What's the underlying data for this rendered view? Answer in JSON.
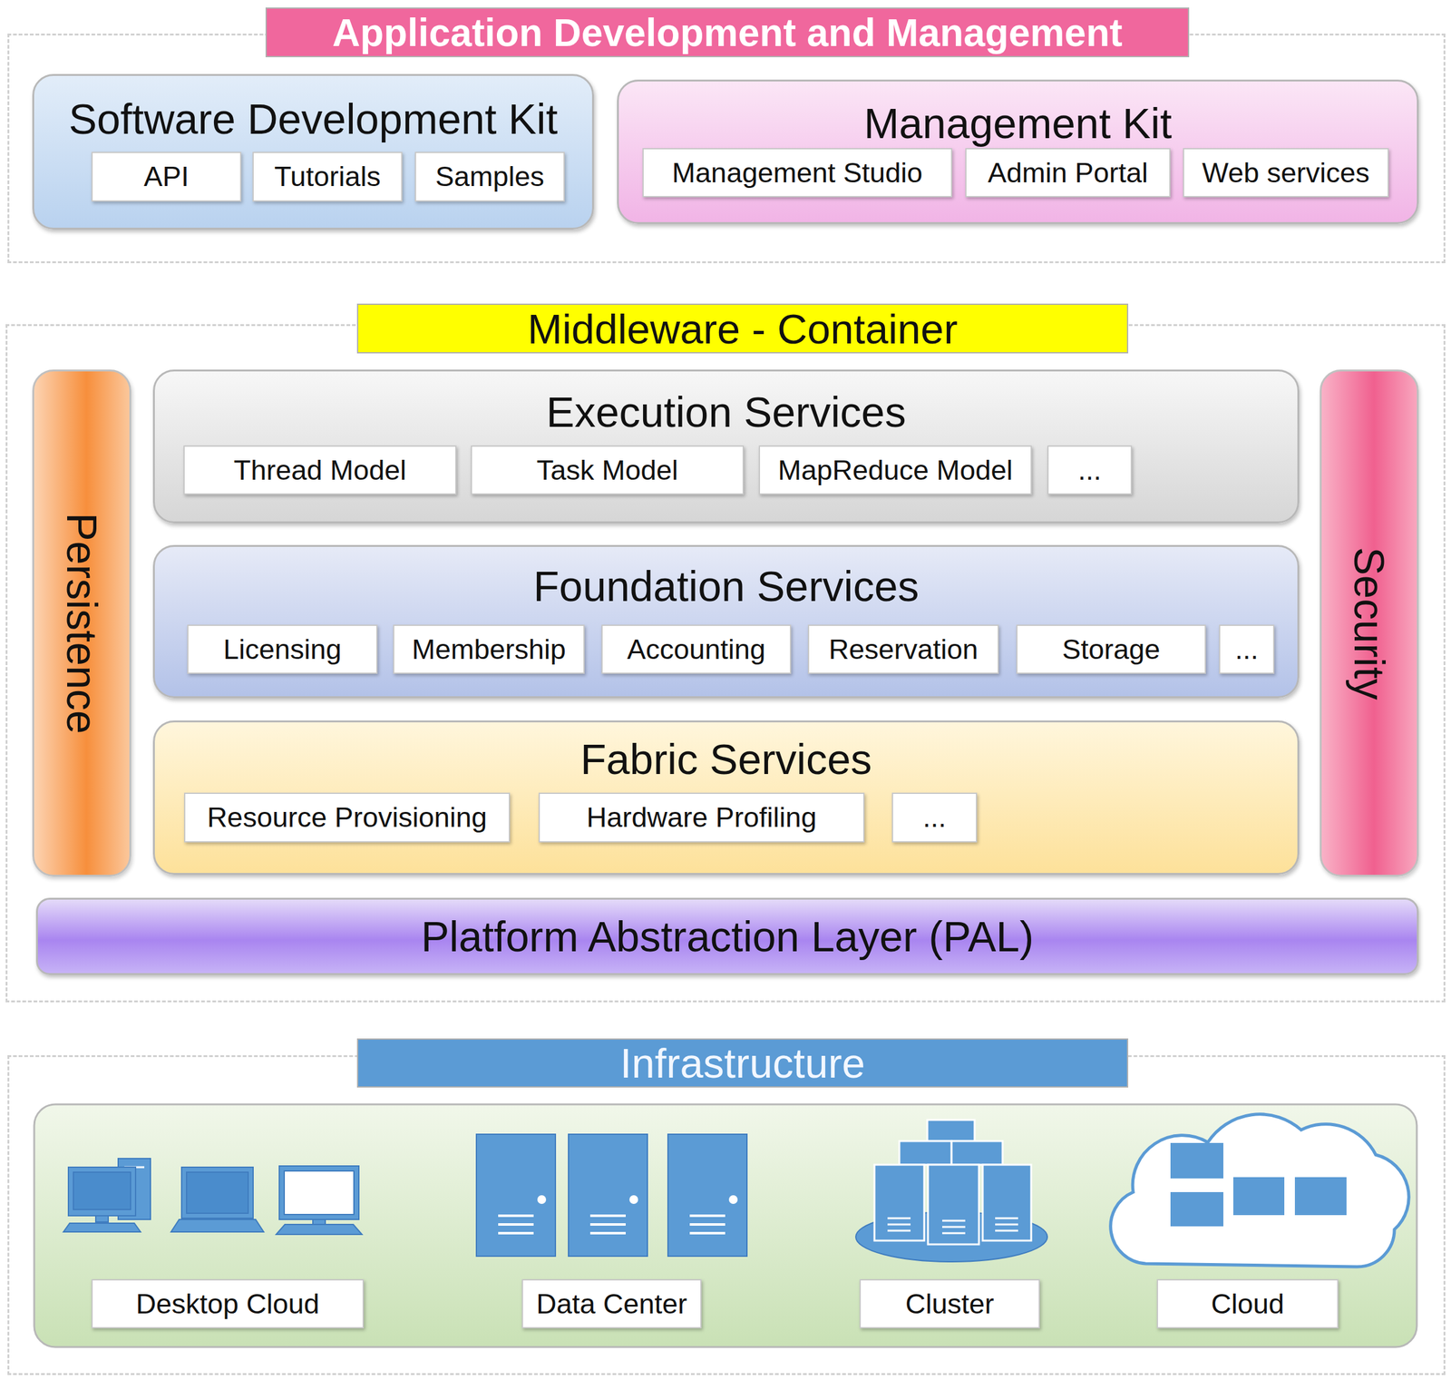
{
  "diagram": {
    "nodes": [
      {
        "text": [
          "Application Development and Management"
        ]
      },
      {
        "text": [
          "Software Development Kit"
        ],
        "in": 0
      },
      {
        "text": [
          "API"
        ],
        "in": 1
      },
      {
        "text": [
          "Tutorials"
        ],
        "in": 1
      },
      {
        "text": [
          "Samples"
        ],
        "in": 1
      },
      {
        "text": [
          "Management Kit"
        ],
        "in": 0
      },
      {
        "text": [
          "Management Studio"
        ],
        "in": 5
      },
      {
        "text": [
          "Admin Portal"
        ],
        "in": 5
      },
      {
        "text": [
          "Web services"
        ],
        "in": 5
      },
      {
        "text": [
          "Middleware - Container"
        ]
      },
      {
        "text": [
          "Persistence"
        ],
        "in": 9
      },
      {
        "text": [
          "Execution Services"
        ],
        "in": 9
      },
      {
        "text": [
          "Thread Model"
        ],
        "in": 11
      },
      {
        "text": [
          "Task Model"
        ],
        "in": 11
      },
      {
        "text": [
          "MapReduce Model"
        ],
        "in": 11
      },
      {
        "text": [
          "..."
        ],
        "in": 11
      },
      {
        "text": [
          "Foundation Services"
        ],
        "in": 9
      },
      {
        "text": [
          "Licensing"
        ],
        "in": 16
      },
      {
        "text": [
          "Membership"
        ],
        "in": 16
      },
      {
        "text": [
          "Accounting"
        ],
        "in": 16
      },
      {
        "text": [
          "Reservation"
        ],
        "in": 16
      },
      {
        "text": [
          "Storage"
        ],
        "in": 16
      },
      {
        "text": [
          "..."
        ],
        "in": 16
      },
      {
        "text": [
          "Fabric Services"
        ],
        "in": 9
      },
      {
        "text": [
          "Resource Provisioning"
        ],
        "in": 23
      },
      {
        "text": [
          "Hardware Profiling"
        ],
        "in": 23
      },
      {
        "text": [
          "..."
        ],
        "in": 23
      },
      {
        "text": [
          "Security"
        ],
        "in": 9
      },
      {
        "text": [
          "Platform Abstraction Layer (PAL)"
        ],
        "in": 9
      },
      {
        "text": [
          "Infrastructure"
        ]
      },
      {
        "text": [
          "Desktop Cloud"
        ],
        "in": 29
      },
      {
        "text": [
          "Data Center"
        ],
        "in": 29
      },
      {
        "text": [
          "Cluster"
        ],
        "in": 29
      },
      {
        "text": [
          "Cloud"
        ],
        "in": 29
      }
    ]
  }
}
